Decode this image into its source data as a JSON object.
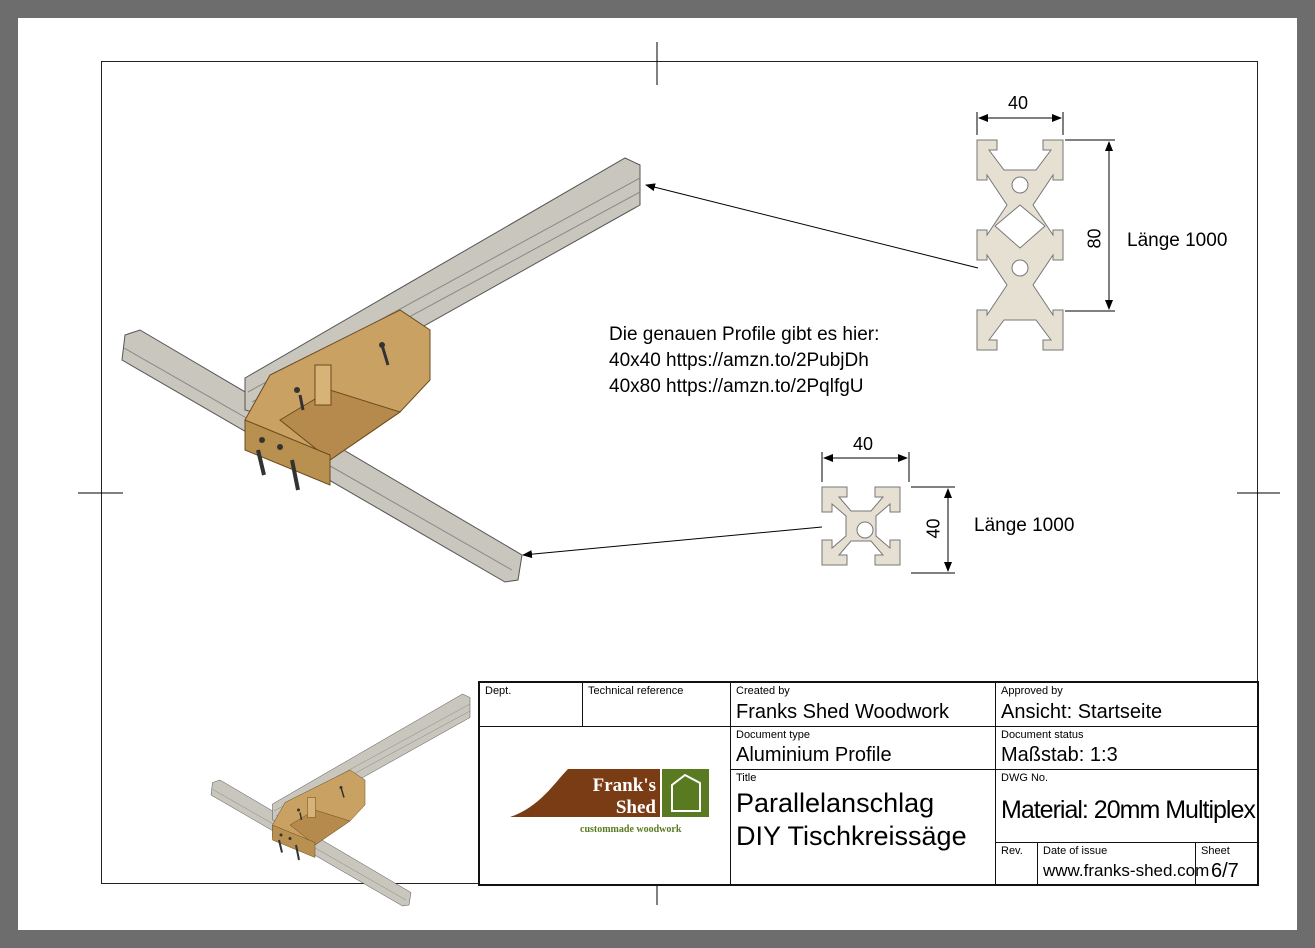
{
  "drawing": {
    "note_lines": [
      "Die genauen Profile gibt es hier:",
      "40x40 https://amzn.to/2PubjDh",
      "40x80 https://amzn.to/2PqlfgU"
    ],
    "profile_40x80": {
      "width_label": "40",
      "height_label": "80",
      "length_label": "Länge 1000"
    },
    "profile_40x40": {
      "width_label": "40",
      "height_label": "40",
      "length_label": "Länge 1000"
    }
  },
  "title_block": {
    "dept_label": "Dept.",
    "tech_ref_label": "Technical reference",
    "created_by_label": "Created by",
    "created_by": "Franks Shed Woodwork",
    "approved_by_label": "Approved by",
    "approved_by": "Ansicht: Startseite",
    "doc_type_label": "Document type",
    "doc_type": "Aluminium Profile",
    "doc_status_label": "Document status",
    "doc_status": "Maßstab: 1:3",
    "title_label": "Title",
    "title_line1": "Parallelanschlag",
    "title_line2": "DIY Tischkreissäge",
    "dwg_label": "DWG No.",
    "dwg": "Material: 20mm Multiplex",
    "rev_label": "Rev.",
    "date_label": "Date of issue",
    "date": "www.franks-shed.com",
    "sheet_label": "Sheet",
    "sheet": "6/7",
    "logo": {
      "line1": "Frank's",
      "line2": "Shed",
      "tagline": "custommade woodwork"
    }
  },
  "colors": {
    "wood": "#c9a163",
    "alu": "#c8c6bd",
    "profile": "#e6e0d3",
    "logo_brown": "#7a3c14",
    "logo_green": "#5a7a22"
  }
}
